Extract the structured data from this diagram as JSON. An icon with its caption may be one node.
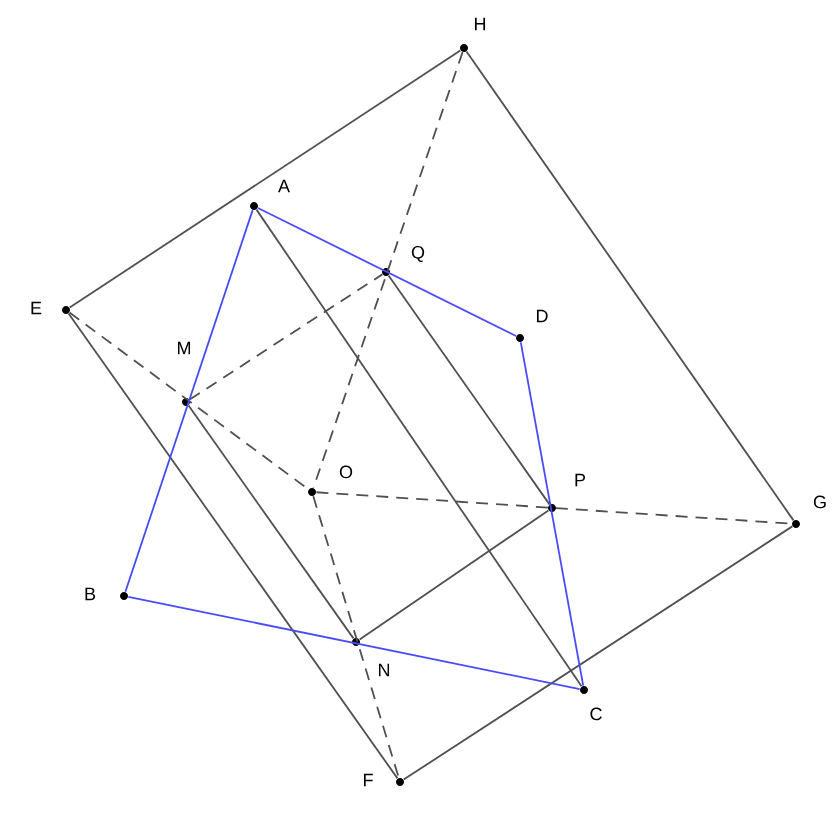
{
  "diagram": {
    "nodes": [
      {
        "text": [
          "H"
        ]
      },
      {
        "text": [
          "A"
        ]
      },
      {
        "text": [
          "Q"
        ]
      },
      {
        "text": [
          "D"
        ]
      },
      {
        "text": [
          "E"
        ]
      },
      {
        "text": [
          "M"
        ]
      },
      {
        "text": [
          "O"
        ]
      },
      {
        "text": [
          "P"
        ]
      },
      {
        "text": [
          "G"
        ]
      },
      {
        "text": [
          "B"
        ]
      },
      {
        "text": [
          "N"
        ]
      },
      {
        "text": [
          "C"
        ]
      },
      {
        "text": [
          "F"
        ]
      }
    ],
    "edges": [
      {
        "from": 4,
        "to": 0,
        "arrow": "none"
      },
      {
        "from": 0,
        "to": 8,
        "arrow": "none"
      },
      {
        "from": 8,
        "to": 12,
        "arrow": "none"
      },
      {
        "from": 12,
        "to": 4,
        "arrow": "none"
      },
      {
        "from": 1,
        "to": 11,
        "arrow": "none"
      },
      {
        "from": 2,
        "to": 7,
        "arrow": "none"
      },
      {
        "from": 7,
        "to": 10,
        "arrow": "none"
      },
      {
        "from": 10,
        "to": 5,
        "arrow": "none"
      },
      {
        "from": 0,
        "to": 6,
        "arrow": "none",
        "style": "dashed"
      },
      {
        "from": 6,
        "to": 12,
        "arrow": "none",
        "style": "dashed"
      },
      {
        "from": 4,
        "to": 6,
        "arrow": "none",
        "style": "dashed"
      },
      {
        "from": 6,
        "to": 8,
        "arrow": "none",
        "style": "dashed"
      },
      {
        "from": 5,
        "to": 2,
        "arrow": "none",
        "style": "dashed"
      },
      {
        "from": 1,
        "to": 3,
        "arrow": "none",
        "color": "#4a4aff"
      },
      {
        "from": 3,
        "to": 11,
        "arrow": "none",
        "color": "#4a4aff"
      },
      {
        "from": 11,
        "to": 9,
        "arrow": "none",
        "color": "#4a4aff"
      },
      {
        "from": 9,
        "to": 1,
        "arrow": "none",
        "color": "#4a4aff"
      }
    ]
  }
}
